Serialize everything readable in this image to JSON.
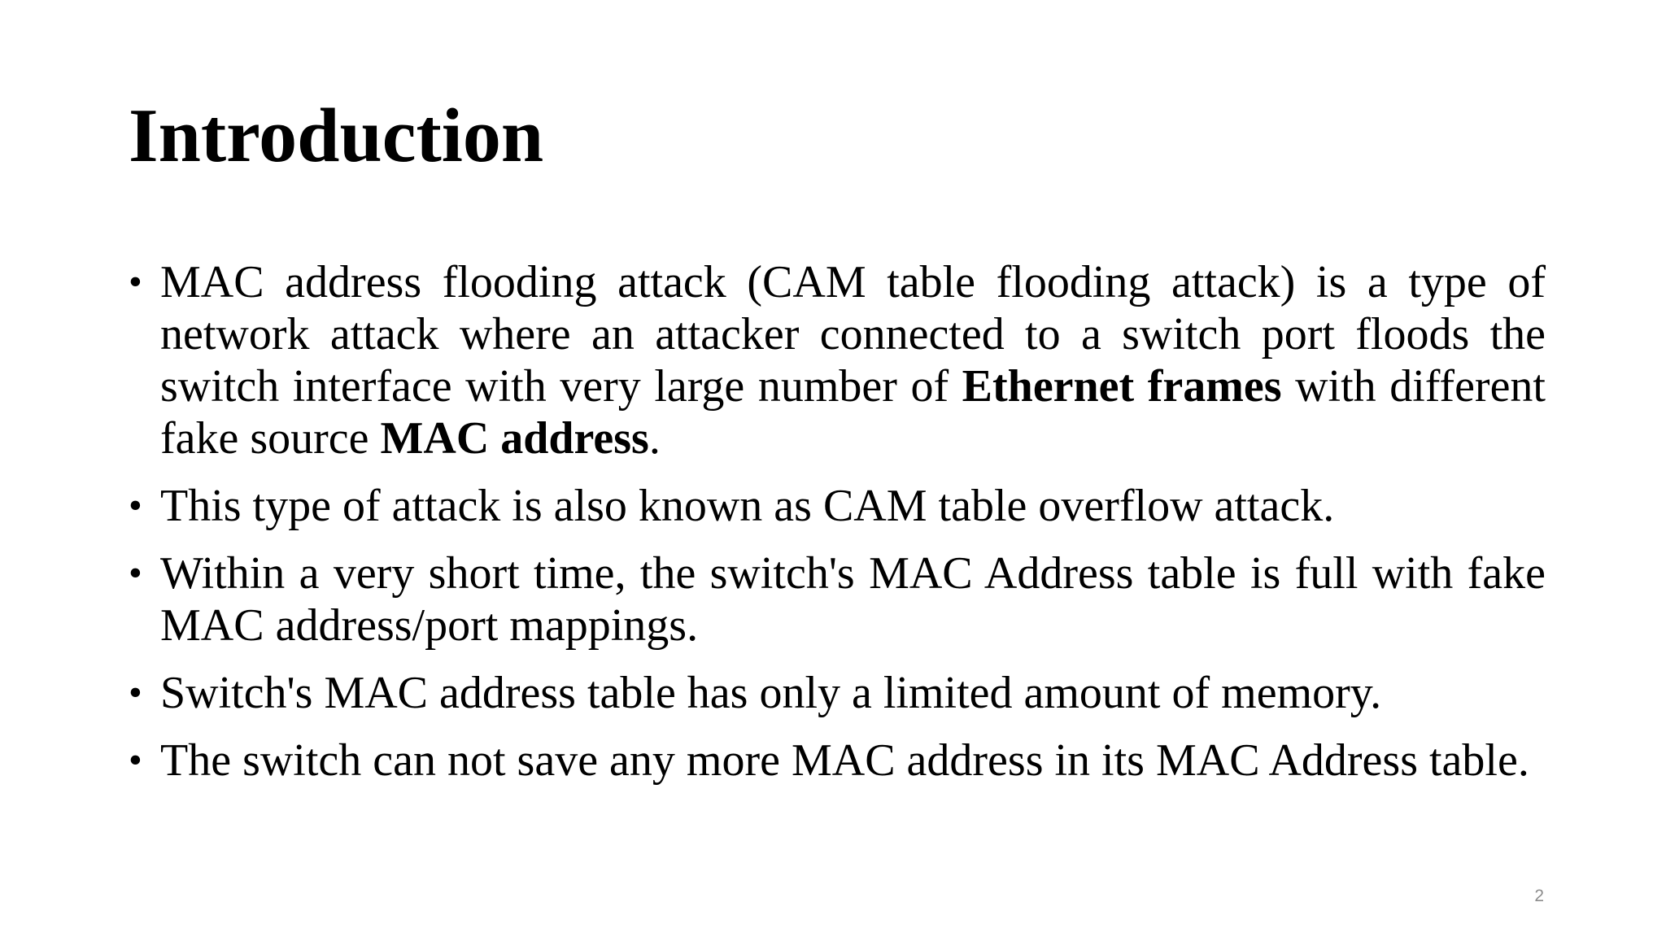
{
  "slide": {
    "title": "Introduction",
    "page_number": "2",
    "bullet_marker": "•",
    "bullets": [
      {
        "part1": "MAC address flooding attack (CAM table flooding attack) is a type of network attack where an attacker connected to a switch port floods the switch interface with very large number of ",
        "bold1": "Ethernet frames",
        "part2": " with different fake source ",
        "bold2": "MAC address",
        "part3": "."
      },
      {
        "text": "This type of attack is also known as CAM table overflow attack."
      },
      {
        "text": "Within a very short time, the switch's MAC Address table is full with fake MAC address/port mappings."
      },
      {
        "text": "Switch's MAC address table has only a limited amount of memory."
      },
      {
        "text": "The switch can not save any more MAC address in its MAC Address table."
      }
    ]
  }
}
